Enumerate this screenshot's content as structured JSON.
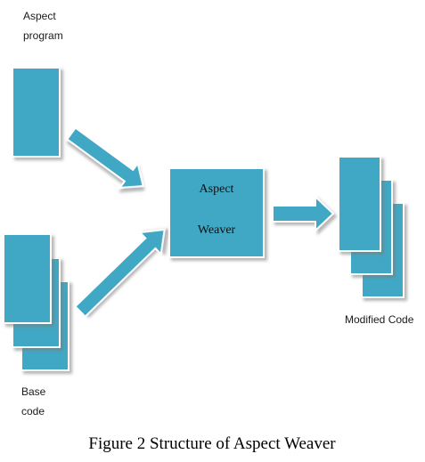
{
  "diagram": {
    "aspect_program_label": [
      "Aspect",
      "program"
    ],
    "base_code_label": [
      "Base",
      "code"
    ],
    "weaver_label": [
      "Aspect",
      "Weaver"
    ],
    "modified_code_label": "Modified Code",
    "caption": "Figure 2 Structure of Aspect Weaver"
  },
  "colors": {
    "box_fill": "#3fa8c4",
    "box_edge": "#2d8aa5"
  }
}
